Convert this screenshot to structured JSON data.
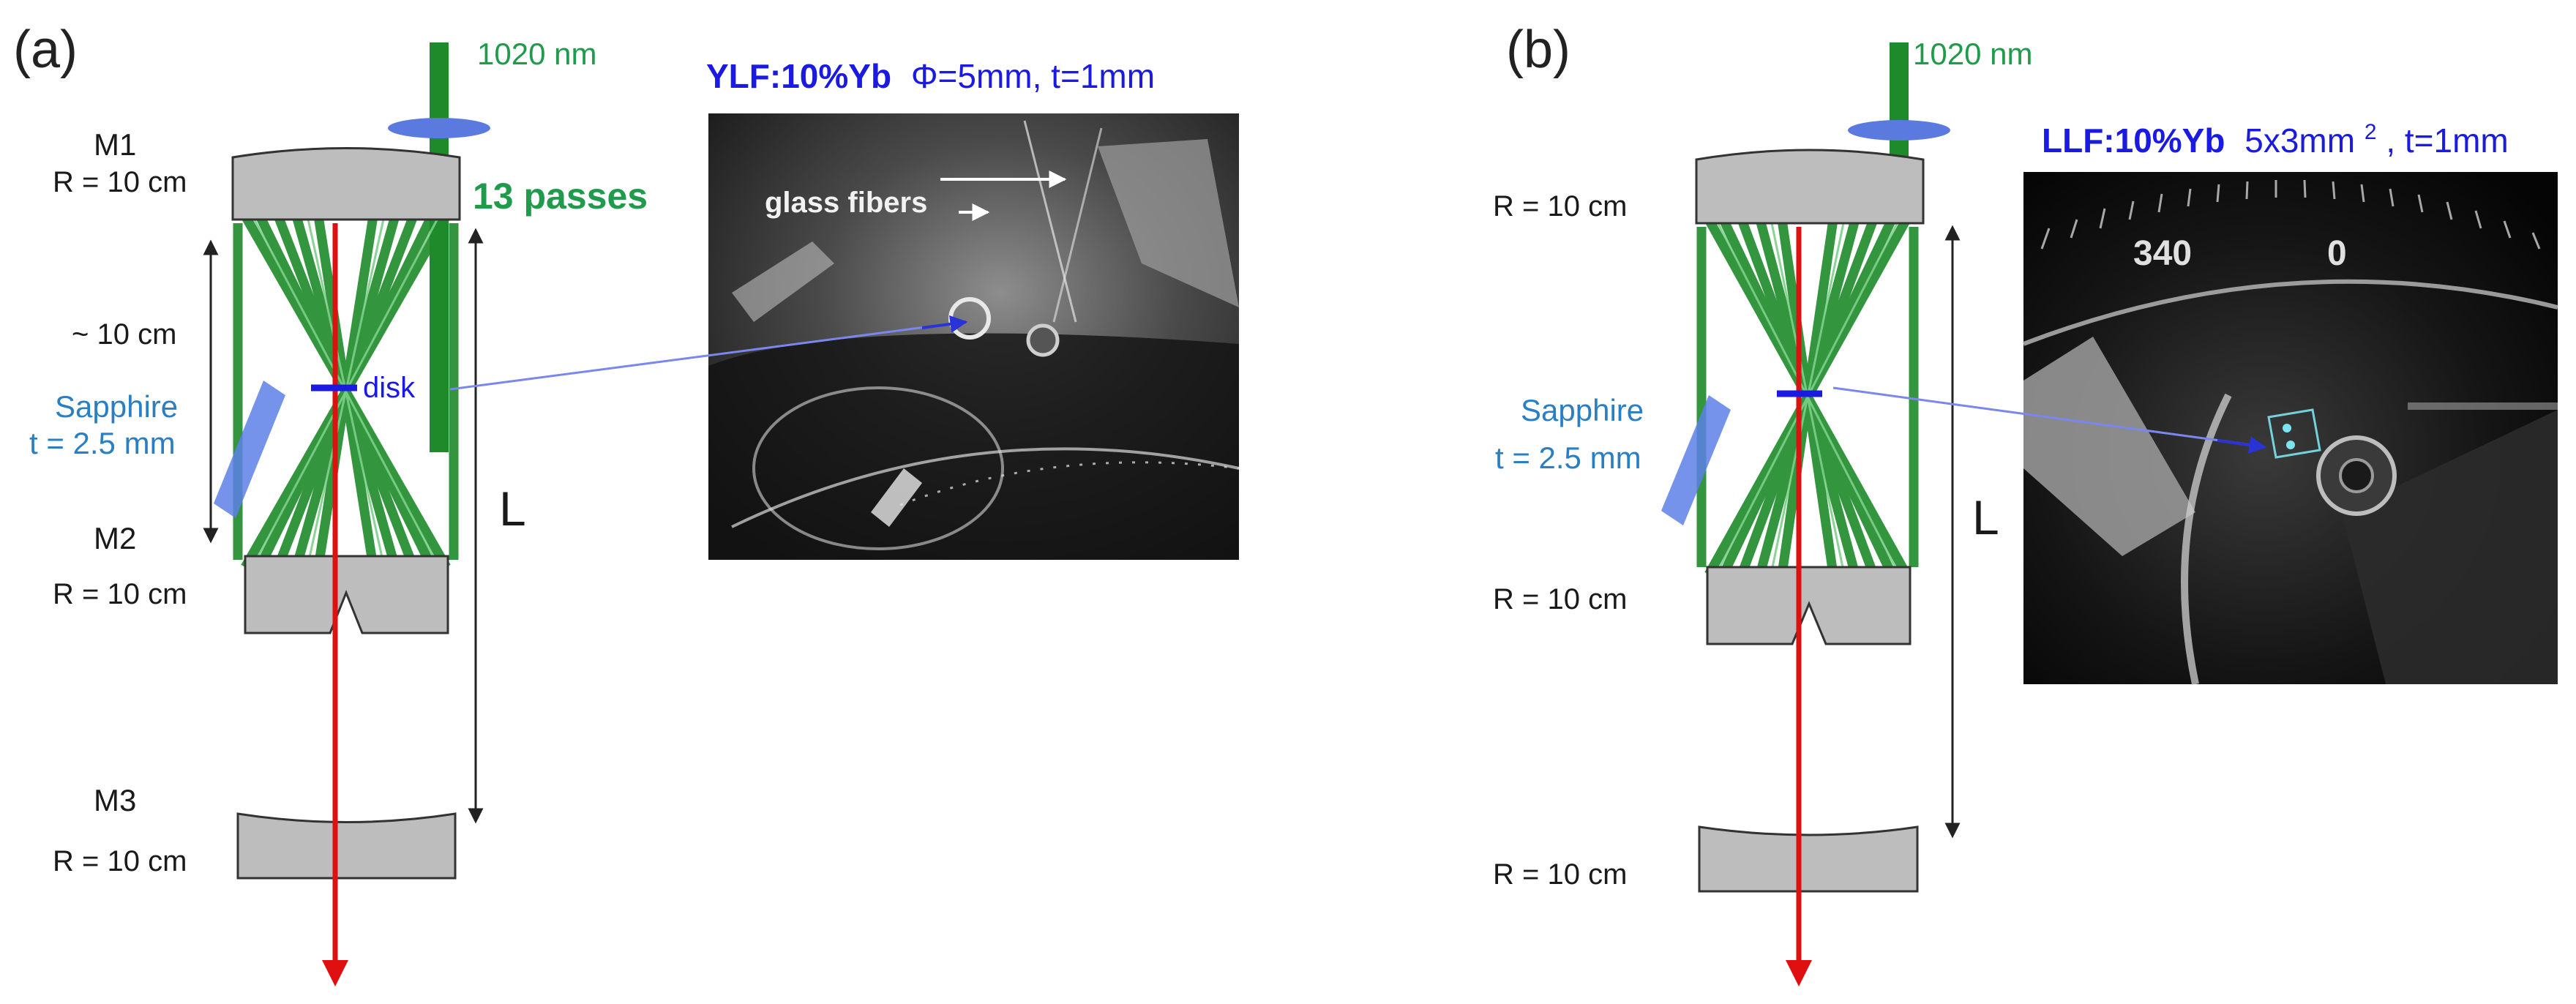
{
  "colors": {
    "pump": "#1e8a2a",
    "pump_label": "#1f9b4b",
    "beam": "#e01010",
    "mirror_fill": "#bdbdbd",
    "mirror_stroke": "#333333",
    "sapphire": "#5d80e6",
    "lens": "#5a7ae0",
    "crystal_label": "#1a1ae0",
    "sapphire_label": "#2a7fc4",
    "pointer_line": "#7b86ee"
  },
  "panel_a": {
    "label": "(a)",
    "pump_wavelength": "1020 nm",
    "passes": "13 passes",
    "m1_name": "M1",
    "m1_radius": "R = 10 cm",
    "m2_name": "M2",
    "m2_radius": "R = 10 cm",
    "m3_name": "M3",
    "m3_radius": "R = 10 cm",
    "spacing": "~ 10 cm",
    "sapphire_name": "Sapphire",
    "sapphire_thickness": "t = 2.5 mm",
    "disk_label": "disk",
    "length_label": "L",
    "crystal_bold": "YLF:10%Yb",
    "crystal_spec": "Φ=5mm, t=1mm",
    "photo_label": "glass fibers",
    "photo_icon": "sample-photo-icon"
  },
  "panel_b": {
    "label": "(b)",
    "pump_wavelength": "1020 nm",
    "m1_radius": "R = 10 cm",
    "m2_radius": "R = 10 cm",
    "m3_radius": "R = 10 cm",
    "sapphire_name": "Sapphire",
    "sapphire_thickness": "t = 2.5 mm",
    "length_label": "L",
    "crystal_bold": "LLF:10%Yb",
    "crystal_spec_prefix": "5x3mm",
    "crystal_spec_sup": "2",
    "crystal_spec_suffix": ", t=1mm",
    "dial_340": "340",
    "dial_0": "0",
    "photo_icon": "sample-photo-icon"
  }
}
